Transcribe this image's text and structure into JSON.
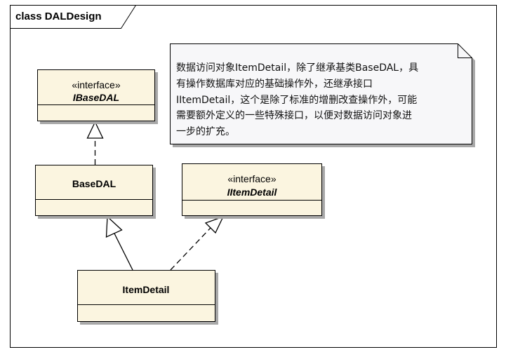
{
  "diagram": {
    "frame_label": "class DALDesign",
    "colors": {
      "class_fill": "#FBF5E0",
      "note_fill": "#F7F7F9",
      "line": "#000000",
      "shadow": "#A8A8A8"
    },
    "classes": {
      "ibasedal": {
        "stereotype": "«interface»",
        "name": "IBaseDAL",
        "italic": true
      },
      "basedal": {
        "stereotype": "",
        "name": "BaseDAL",
        "italic": false
      },
      "iitemdetail": {
        "stereotype": "«interface»",
        "name": "IItemDetail",
        "italic": true
      },
      "itemdetail": {
        "stereotype": "",
        "name": "ItemDetail",
        "italic": false
      }
    },
    "note": {
      "lines": [
        "数据访问对象ItemDetail，除了继承基类BaseDAL，具",
        "有操作数据库对应的基础操作外，还继承接口",
        "IItemDetail，这个是除了标准的增删改查操作外，可能",
        "需要额外定义的一些特殊接口，以便对数据访问对象进",
        "一步的扩充。"
      ]
    },
    "relations": [
      {
        "from": "basedal",
        "to": "ibasedal",
        "kind": "realization"
      },
      {
        "from": "itemdetail",
        "to": "basedal",
        "kind": "generalization"
      },
      {
        "from": "itemdetail",
        "to": "iitemdetail",
        "kind": "realization"
      }
    ]
  }
}
